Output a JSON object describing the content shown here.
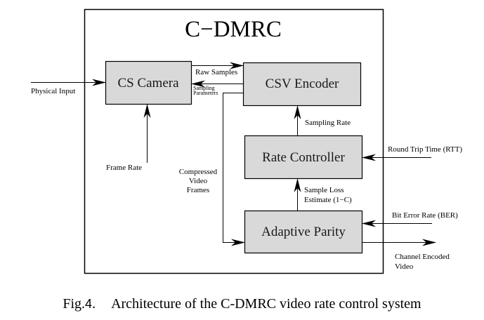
{
  "diagram": {
    "title": "C−DMRC",
    "blocks": {
      "cs_camera": "CS Camera",
      "csv_encoder": "CSV Encoder",
      "rate_controller": "Rate Controller",
      "adaptive_parity": "Adaptive Parity"
    },
    "labels": {
      "physical_input": "Physical Input",
      "raw_samples": "Raw Samples",
      "sampling_parameters_line1": "Sampling",
      "sampling_parameters_line2": "Parameters",
      "frame_rate": "Frame Rate",
      "compressed_line1": "Compressed",
      "compressed_line2": "Video",
      "compressed_line3": "Frames",
      "sampling_rate": "Sampling Rate",
      "sample_loss_line1": "Sample Loss",
      "sample_loss_line2": "Estimate (1−C)",
      "rtt": "Round Trip Time (RTT)",
      "ber": "Bit Error Rate (BER)",
      "channel_line1": "Channel Encoded",
      "channel_line2": "Video"
    },
    "colors": {
      "block_fill": "#d9d9d9",
      "stroke": "#000000"
    }
  },
  "caption": {
    "prefix": "Fig.",
    "number": "4",
    "dot": ".",
    "text": "Architecture of the C-DMRC video rate control system"
  }
}
